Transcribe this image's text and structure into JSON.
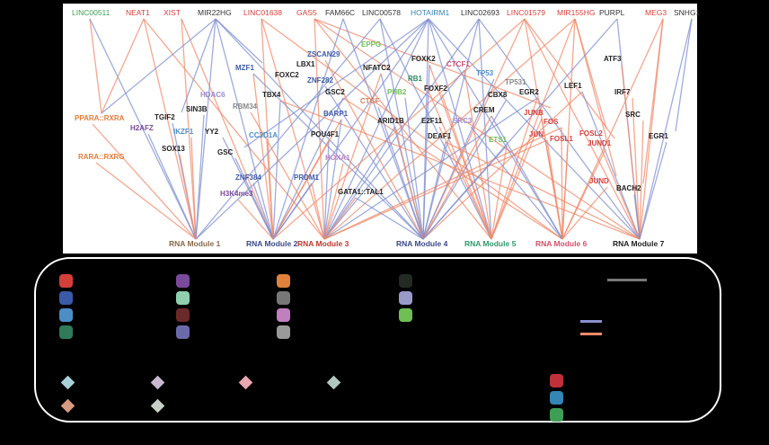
{
  "lncrnas": [
    {
      "id": "LINC00511",
      "color": "#3f9f57"
    },
    {
      "id": "NEAT1",
      "color": "#d43f3a"
    },
    {
      "id": "XIST",
      "color": "#d43f3a"
    },
    {
      "id": "MIR22HG",
      "color": "#333333"
    },
    {
      "id": "LINC01638",
      "color": "#d43f3a"
    },
    {
      "id": "GAS5",
      "color": "#d43f3a"
    },
    {
      "id": "FAM66C",
      "color": "#333333"
    },
    {
      "id": "LINC00578",
      "color": "#333333"
    },
    {
      "id": "HOTAIRM1",
      "color": "#3585b5"
    },
    {
      "id": "LINC02693",
      "color": "#333333"
    },
    {
      "id": "LINC01579",
      "color": "#d43f3a"
    },
    {
      "id": "MIR155HG",
      "color": "#d43f3a"
    },
    {
      "id": "PURPL",
      "color": "#333333"
    },
    {
      "id": "MEG3",
      "color": "#d43f3a"
    },
    {
      "id": "SNHG1",
      "color": "#333333"
    }
  ],
  "regulators": [
    {
      "id": "MZF1",
      "color": "#3b5aa8"
    },
    {
      "id": "LBX1",
      "color": "#222222"
    },
    {
      "id": "ZSCAN29",
      "color": "#3b5aa8"
    },
    {
      "id": "EPPG",
      "color": "#6fbf55"
    },
    {
      "id": "FOXK2",
      "color": "#222222"
    },
    {
      "id": "CTCF1",
      "color": "#d4506a"
    },
    {
      "id": "TP53",
      "color": "#4b8ec6"
    },
    {
      "id": "ATF3",
      "color": "#222222"
    },
    {
      "id": "FOXC2",
      "color": "#222222"
    },
    {
      "id": "NFATC2",
      "color": "#222222"
    },
    {
      "id": "ZNF282",
      "color": "#3b5aa8"
    },
    {
      "id": "RB1",
      "color": "#2f8a5a"
    },
    {
      "id": "TP531",
      "color": "#888888"
    },
    {
      "id": "LEF1",
      "color": "#222222"
    },
    {
      "id": "HDAC6",
      "color": "#9a8ad0"
    },
    {
      "id": "TBX4",
      "color": "#222222"
    },
    {
      "id": "GSC2",
      "color": "#222222"
    },
    {
      "id": "PHB2",
      "color": "#6fbf55"
    },
    {
      "id": "FOXF2",
      "color": "#222222"
    },
    {
      "id": "CBX8",
      "color": "#222222"
    },
    {
      "id": "EGR2",
      "color": "#222222"
    },
    {
      "id": "IRF7",
      "color": "#222222"
    },
    {
      "id": "SIN3B",
      "color": "#222222"
    },
    {
      "id": "RBM34",
      "color": "#888888"
    },
    {
      "id": "CTCF",
      "color": "#d47a5a"
    },
    {
      "id": "CREM",
      "color": "#222222"
    },
    {
      "id": "JUNB",
      "color": "#d43f3a"
    },
    {
      "id": "PPARA::RXRA",
      "color": "#e07c3a"
    },
    {
      "id": "TGIF2",
      "color": "#222222"
    },
    {
      "id": "BARP1",
      "color": "#3b5aa8"
    },
    {
      "id": "ARID1B",
      "color": "#222222"
    },
    {
      "id": "E2F11",
      "color": "#222222"
    },
    {
      "id": "SRC3",
      "color": "#9a8ad0"
    },
    {
      "id": "FOS",
      "color": "#d43f3a"
    },
    {
      "id": "SRC",
      "color": "#222222"
    },
    {
      "id": "H2AFZ",
      "color": "#7a4a9a"
    },
    {
      "id": "IKZF1",
      "color": "#4b8ec6"
    },
    {
      "id": "YY2",
      "color": "#222222"
    },
    {
      "id": "CC3D1A",
      "color": "#4b8ec6"
    },
    {
      "id": "POU4F1",
      "color": "#222222"
    },
    {
      "id": "DEAF1",
      "color": "#222222"
    },
    {
      "id": "JUN",
      "color": "#d43f3a"
    },
    {
      "id": "FOSL1",
      "color": "#d43f3a"
    },
    {
      "id": "FOSL2",
      "color": "#d43f3a"
    },
    {
      "id": "EGR1",
      "color": "#222222"
    },
    {
      "id": "SOX13",
      "color": "#222222"
    },
    {
      "id": "GSC",
      "color": "#222222"
    },
    {
      "id": "ETS1",
      "color": "#6fbf55"
    },
    {
      "id": "JUND1",
      "color": "#d43f3a"
    },
    {
      "id": "RARA::RXRG",
      "color": "#e07c3a"
    },
    {
      "id": "HOXA1",
      "color": "#c080c0"
    },
    {
      "id": "ZNF384",
      "color": "#3b5aa8"
    },
    {
      "id": "PRDM1",
      "color": "#3b5aa8"
    },
    {
      "id": "JUND",
      "color": "#d43f3a"
    },
    {
      "id": "BACH2",
      "color": "#222222"
    },
    {
      "id": "GATA1::TAL1",
      "color": "#222222"
    },
    {
      "id": "H3K4me3",
      "color": "#7a4a9a"
    }
  ],
  "modules": [
    {
      "id": "RNA Module 1",
      "color": "#8a6a4a"
    },
    {
      "id": "RNA Module 2",
      "color": "#3b4a8a"
    },
    {
      "id": "RNA Module 3",
      "color": "#c0392b"
    },
    {
      "id": "RNA Module 4",
      "color": "#3b4a8a"
    },
    {
      "id": "RNA Module 5",
      "color": "#2f9a6a"
    },
    {
      "id": "RNA Module 6",
      "color": "#d4506a"
    },
    {
      "id": "RNA Module 7",
      "color": "#222222"
    }
  ],
  "edge_colors": {
    "blue": "#7f8fd0",
    "red": "#ef8a6a"
  },
  "edges": [
    [
      "LINC00511",
      "PPARA::RXRA"
    ],
    [
      "LINC00511",
      "RNA Module 1"
    ],
    [
      "NEAT1",
      "PPARA::RXRA"
    ],
    [
      "NEAT1",
      "RNA Module 1"
    ],
    [
      "NEAT1",
      "RNA Module 3"
    ],
    [
      "XIST",
      "RNA Module 1"
    ],
    [
      "XIST",
      "RNA Module 2"
    ],
    [
      "MIR22HG",
      "PPARA::RXRA"
    ],
    [
      "MIR22HG",
      "RNA Module 1"
    ],
    [
      "MIR22HG",
      "RNA Module 2"
    ],
    [
      "MIR22HG",
      "MZF1"
    ],
    [
      "MIR22HG",
      "TGIF2"
    ],
    [
      "MIR22HG",
      "RNA Module 4"
    ],
    [
      "LINC01638",
      "RNA Module 2"
    ],
    [
      "LINC01638",
      "RNA Module 3"
    ],
    [
      "LINC01638",
      "RNA Module 6"
    ],
    [
      "GAS5",
      "RNA Module 3"
    ],
    [
      "GAS5",
      "RNA Module 5"
    ],
    [
      "GAS5",
      "JUNB"
    ],
    [
      "GAS5",
      "RNA Module 7"
    ],
    [
      "FAM66C",
      "RNA Module 2"
    ],
    [
      "FAM66C",
      "RNA Module 4"
    ],
    [
      "LINC00578",
      "RNA Module 1"
    ],
    [
      "LINC00578",
      "RNA Module 4"
    ],
    [
      "LINC00578",
      "RNA Module 5"
    ],
    [
      "HOTAIRM1",
      "RNA Module 1"
    ],
    [
      "HOTAIRM1",
      "RNA Module 2"
    ],
    [
      "HOTAIRM1",
      "RNA Module 3"
    ],
    [
      "HOTAIRM1",
      "RNA Module 4"
    ],
    [
      "HOTAIRM1",
      "RNA Module 5"
    ],
    [
      "HOTAIRM1",
      "RNA Module 6"
    ],
    [
      "HOTAIRM1",
      "RNA Module 7"
    ],
    [
      "HOTAIRM1",
      "GSC"
    ],
    [
      "LINC02693",
      "RNA Module 3"
    ],
    [
      "LINC02693",
      "RNA Module 4"
    ],
    [
      "LINC02693",
      "RNA Module 5"
    ],
    [
      "LINC02693",
      "RNA Module 7"
    ],
    [
      "LINC01579",
      "RNA Module 2"
    ],
    [
      "LINC01579",
      "RNA Module 4"
    ],
    [
      "LINC01579",
      "RNA Module 6"
    ],
    [
      "LINC01579",
      "RNA Module 7"
    ],
    [
      "LINC01579",
      "JUND1"
    ],
    [
      "MIR155HG",
      "RNA Module 3"
    ],
    [
      "MIR155HG",
      "RNA Module 5"
    ],
    [
      "MIR155HG",
      "RNA Module 6"
    ],
    [
      "MIR155HG",
      "FOSL2"
    ],
    [
      "MIR155HG",
      "JUND"
    ],
    [
      "PURPL",
      "RNA Module 4"
    ],
    [
      "PURPL",
      "RNA Module 7"
    ],
    [
      "MEG3",
      "RNA Module 6"
    ],
    [
      "MEG3",
      "BACH2"
    ],
    [
      "MEG3",
      "RNA Module 7"
    ],
    [
      "SNHG1",
      "RNA Module 7"
    ],
    [
      "SNHG1",
      "EGR1"
    ],
    [
      "MZF1",
      "RNA Module 2"
    ],
    [
      "MZF1",
      "RNA Module 4"
    ],
    [
      "ZSCAN29",
      "RNA Module 4"
    ],
    [
      "FOXK2",
      "RNA Module 4"
    ],
    [
      "FOXK2",
      "RNA Module 5"
    ],
    [
      "CTCF1",
      "RNA Module 3"
    ],
    [
      "CTCF1",
      "RNA Module 5"
    ],
    [
      "TP53",
      "RNA Module 4"
    ],
    [
      "ATF3",
      "RNA Module 7"
    ],
    [
      "LEF1",
      "RNA Module 7"
    ],
    [
      "LEF1",
      "RNA Module 4"
    ],
    [
      "NFATC2",
      "RNA Module 4"
    ],
    [
      "NFATC2",
      "RNA Module 3"
    ],
    [
      "ZNF282",
      "RNA Module 4"
    ],
    [
      "RB1",
      "RNA Module 5"
    ],
    [
      "TBX4",
      "RNA Module 2"
    ],
    [
      "TBX4",
      "RNA Module 7"
    ],
    [
      "GSC2",
      "RNA Module 2"
    ],
    [
      "GSC2",
      "RNA Module 6"
    ],
    [
      "PHB2",
      "RNA Module 4"
    ],
    [
      "FOXF2",
      "RNA Module 5"
    ],
    [
      "CBX8",
      "RNA Module 4"
    ],
    [
      "EGR2",
      "RNA Module 5"
    ],
    [
      "EGR2",
      "RNA Module 3"
    ],
    [
      "IRF7",
      "RNA Module 7"
    ],
    [
      "SIN3B",
      "RNA Module 1"
    ],
    [
      "RBM34",
      "RNA Module 3"
    ],
    [
      "CTCF",
      "RNA Module 4"
    ],
    [
      "CREM",
      "RNA Module 4"
    ],
    [
      "CREM",
      "RNA Module 6"
    ],
    [
      "JUNB",
      "RNA Module 5"
    ],
    [
      "JUNB",
      "RNA Module 6"
    ],
    [
      "PPARA::RXRA",
      "RNA Module 1"
    ],
    [
      "TGIF2",
      "RNA Module 1"
    ],
    [
      "BARP1",
      "RNA Module 2"
    ],
    [
      "BARP1",
      "RNA Module 3"
    ],
    [
      "ARID1B",
      "RNA Module 4"
    ],
    [
      "ARID1B",
      "RNA Module 3"
    ],
    [
      "E2F11",
      "RNA Module 5"
    ],
    [
      "SRC3",
      "RNA Module 6"
    ],
    [
      "FOS",
      "RNA Module 6"
    ],
    [
      "FOS",
      "RNA Module 3"
    ],
    [
      "SRC",
      "RNA Module 7"
    ],
    [
      "H2AFZ",
      "RNA Module 1"
    ],
    [
      "IKZF1",
      "RNA Module 1"
    ],
    [
      "YY2",
      "RNA Module 2"
    ],
    [
      "CC3D1A",
      "RNA Module 2"
    ],
    [
      "POU4F1",
      "RNA Module 3"
    ],
    [
      "POU4F1",
      "RNA Module 2"
    ],
    [
      "DEAF1",
      "RNA Module 4"
    ],
    [
      "DEAF1",
      "RNA Module 7"
    ],
    [
      "JUN",
      "RNA Module 6"
    ],
    [
      "JUN",
      "RNA Module 3"
    ],
    [
      "FOSL1",
      "RNA Module 6"
    ],
    [
      "FOSL2",
      "RNA Module 7"
    ],
    [
      "EGR1",
      "RNA Module 7"
    ],
    [
      "SOX13",
      "RNA Module 1"
    ],
    [
      "GSC",
      "RNA Module 2"
    ],
    [
      "ETS1",
      "RNA Module 5"
    ],
    [
      "ETS1",
      "RNA Module 4"
    ],
    [
      "JUND1",
      "RNA Module 6"
    ],
    [
      "RARA::RXRG",
      "RNA Module 1"
    ],
    [
      "HOXA1",
      "RNA Module 3"
    ],
    [
      "ZNF384",
      "RNA Module 2"
    ],
    [
      "PRDM1",
      "RNA Module 3"
    ],
    [
      "PRDM1",
      "RNA Module 2"
    ],
    [
      "JUND",
      "RNA Module 6"
    ],
    [
      "BACH2",
      "RNA Module 7"
    ],
    [
      "GATA1::TAL1",
      "RNA Module 3"
    ],
    [
      "GATA1::TAL1",
      "RNA Module 4"
    ],
    [
      "H3K4me3",
      "RNA Module 2"
    ]
  ],
  "legend": {
    "swatch_colors_col1": [
      "#d43f3a",
      "#3b5aa8",
      "#4b8ec6",
      "#2f7a5a"
    ],
    "swatch_colors_col2": [
      "#7a4a9a",
      "#8fcfb0",
      "#6a2a2a",
      "#6a6aaa"
    ],
    "swatch_colors_col3": [
      "#e0823a",
      "#777777",
      "#c080c0",
      "#999999"
    ],
    "swatch_colors_col4": [
      "#222a22",
      "#9a9ac8",
      "#6fbf55"
    ],
    "diamond_colors": [
      "#a8d0d8",
      "#c8b8d0",
      "#e8a8b0",
      "#b0c8c0",
      "#d89a80",
      "#c8d0c8"
    ],
    "right_swatch_colors": [
      "#c0303a",
      "#3585b5",
      "#3f9f57"
    ],
    "edge_key_colors": [
      "#8a90d0",
      "#f08a6a"
    ]
  }
}
